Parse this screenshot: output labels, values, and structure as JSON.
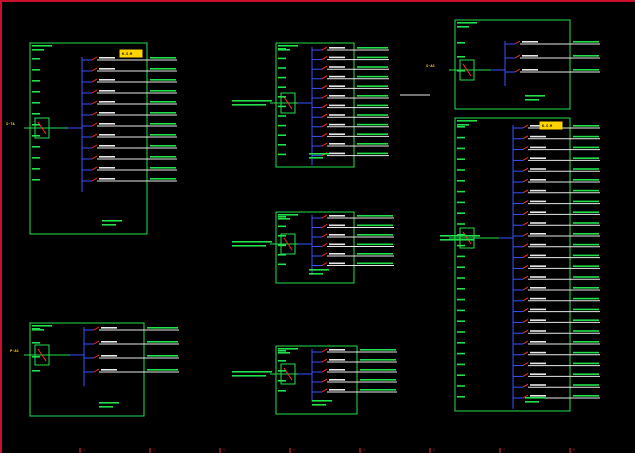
{
  "canvas": {
    "background": "#000000",
    "frame_color": "#c8102e"
  },
  "colors": {
    "panel": "#22e04a",
    "busbar": "#3a52ff",
    "cable": "#e8e8e8",
    "breaker": "#ff2a2a",
    "tag": "#ffd400"
  },
  "panels": [
    {
      "id": "p1",
      "tag": "K.S.M",
      "feed_label": "S-TA",
      "rows": 12
    },
    {
      "id": "p2",
      "tag": "",
      "feed_label": "",
      "rows": 12
    },
    {
      "id": "p3",
      "tag": "",
      "feed_label": "",
      "rows": 6
    },
    {
      "id": "p4",
      "tag": "",
      "feed_label": "P-AS",
      "rows": 4
    },
    {
      "id": "p5",
      "tag": "",
      "feed_label": "",
      "rows": 5
    },
    {
      "id": "p6",
      "tag": "",
      "feed_label": "S-AS",
      "rows": 3
    },
    {
      "id": "p7",
      "tag": "K.S.M",
      "feed_label": "",
      "rows": 26
    }
  ],
  "bottom_marks": [
    "1",
    "2",
    "3",
    "4",
    "5",
    "6",
    "7",
    "8"
  ]
}
